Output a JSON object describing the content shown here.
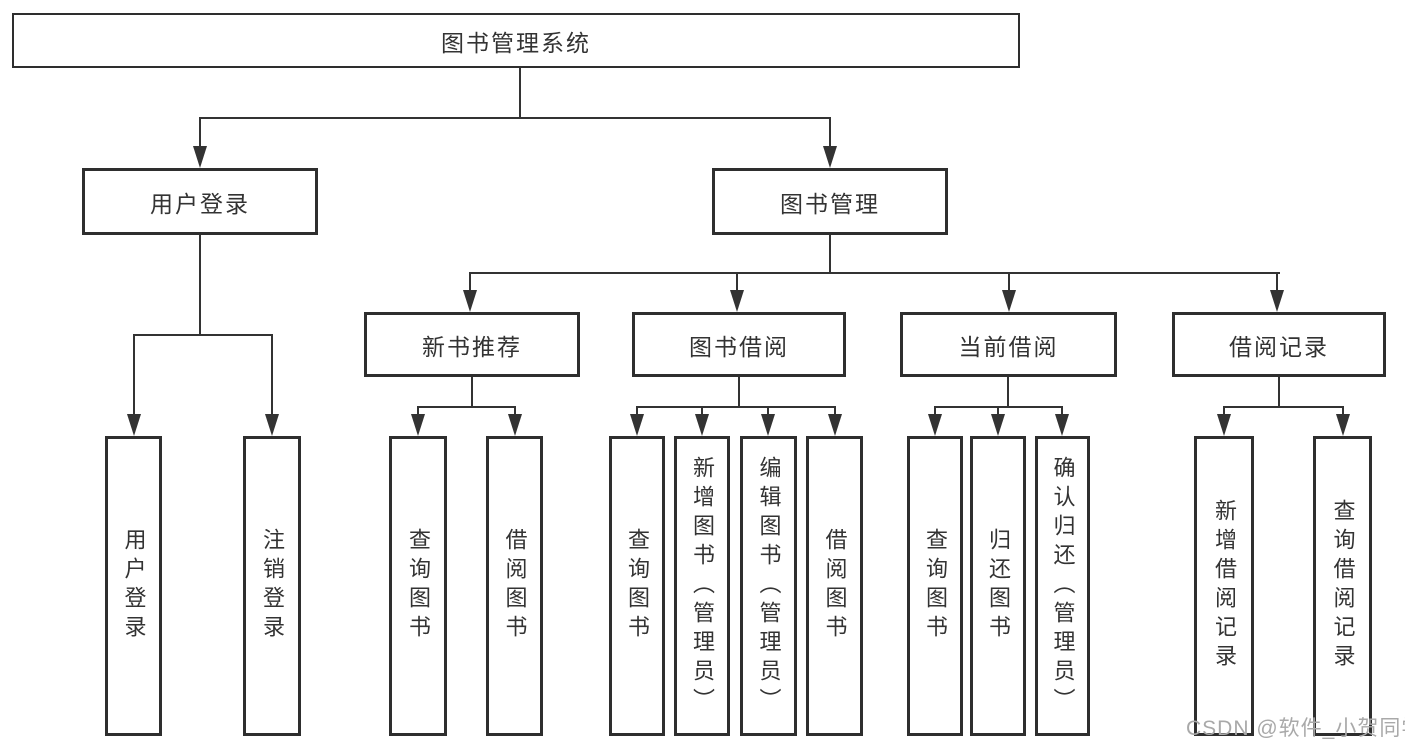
{
  "tree": {
    "root": {
      "label": "图书管理系统",
      "children": [
        {
          "label": "用户登录",
          "children": [
            {
              "label": "用户登录"
            },
            {
              "label": "注销登录"
            }
          ]
        },
        {
          "label": "图书管理",
          "children": [
            {
              "label": "新书推荐",
              "children": [
                {
                  "label": "查询图书"
                },
                {
                  "label": "借阅图书"
                }
              ]
            },
            {
              "label": "图书借阅",
              "children": [
                {
                  "label": "查询图书"
                },
                {
                  "label": "新增图书（管理员）"
                },
                {
                  "label": "编辑图书（管理员）"
                },
                {
                  "label": "借阅图书"
                }
              ]
            },
            {
              "label": "当前借阅",
              "children": [
                {
                  "label": "查询图书"
                },
                {
                  "label": "归还图书"
                },
                {
                  "label": "确认归还（管理员）"
                }
              ]
            },
            {
              "label": "借阅记录",
              "children": [
                {
                  "label": "新增借阅记录"
                },
                {
                  "label": "查询借阅记录"
                }
              ]
            }
          ]
        }
      ]
    }
  },
  "watermark": {
    "text": "CSDN @软件_小贺同学"
  },
  "colors": {
    "line": "#333333",
    "box_border": "#2e2e2e",
    "box_background": "#ffffff",
    "text": "#333333",
    "watermark": "#a9a9a9",
    "page_background": "#ffffff"
  }
}
